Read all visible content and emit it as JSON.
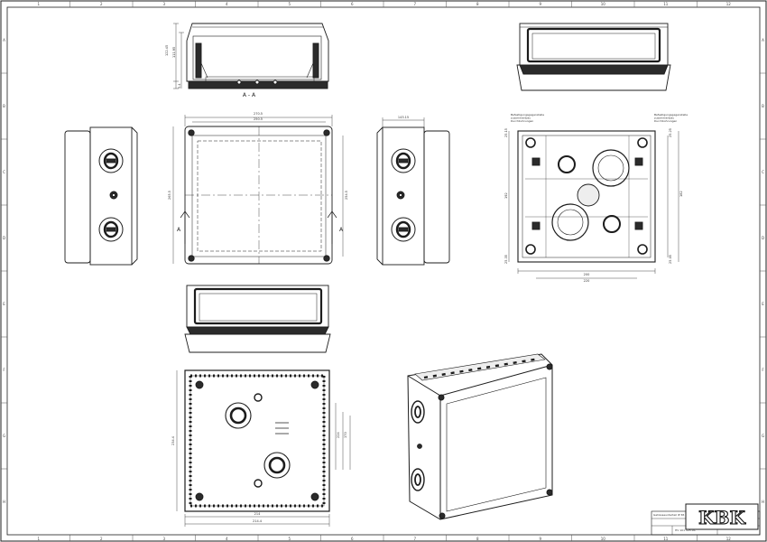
{
  "frame": {
    "columns": [
      "1",
      "2",
      "3",
      "4",
      "5",
      "6",
      "7",
      "8",
      "9",
      "10",
      "11",
      "12"
    ],
    "rows": [
      "A",
      "B",
      "C",
      "D",
      "E",
      "F",
      "G",
      "H"
    ]
  },
  "section_labels": {
    "title": "A - A",
    "left_marker": "A",
    "right_marker": "A"
  },
  "dimensions": {
    "front_width_outer": "270.5",
    "front_width_inner": "250.5",
    "front_height": "265.5",
    "front_height_inner": "254.5",
    "side_depth": "143.15",
    "section_height_a": "122.45",
    "section_height_b": "111.95",
    "section_bottom": "5.4",
    "plan_dim_1": "214",
    "plan_dim_2": "224",
    "plan_dim_3": "214.4",
    "plan_dim_4": "170",
    "plan_dim_5": "234.4",
    "rear_left": "25.15",
    "rear_left_b": "25.35",
    "rear_right": "25.25",
    "rear_right_b": "25.05",
    "rear_center": "192",
    "rear_height": "182",
    "rear_bottom_1": "200",
    "rear_bottom_2": "220"
  },
  "notes": {
    "left": "Befestigungsgegenstelle\nzusammenbau\nDurchbohrungen",
    "right": "Befestigungsgegenstelle\nzusammenbau\nDurchbohrungen"
  },
  "title_block": {
    "description": "Gehäuseunterteil   IP 65   Abdeckung",
    "number": "HV   101   125   DC"
  },
  "logo": {
    "text": "KBK"
  },
  "colors": {
    "line": "#1c1c1c",
    "thin": "#555555",
    "fill_dark": "#2b2b2b",
    "fill_light": "#eeeeee"
  }
}
